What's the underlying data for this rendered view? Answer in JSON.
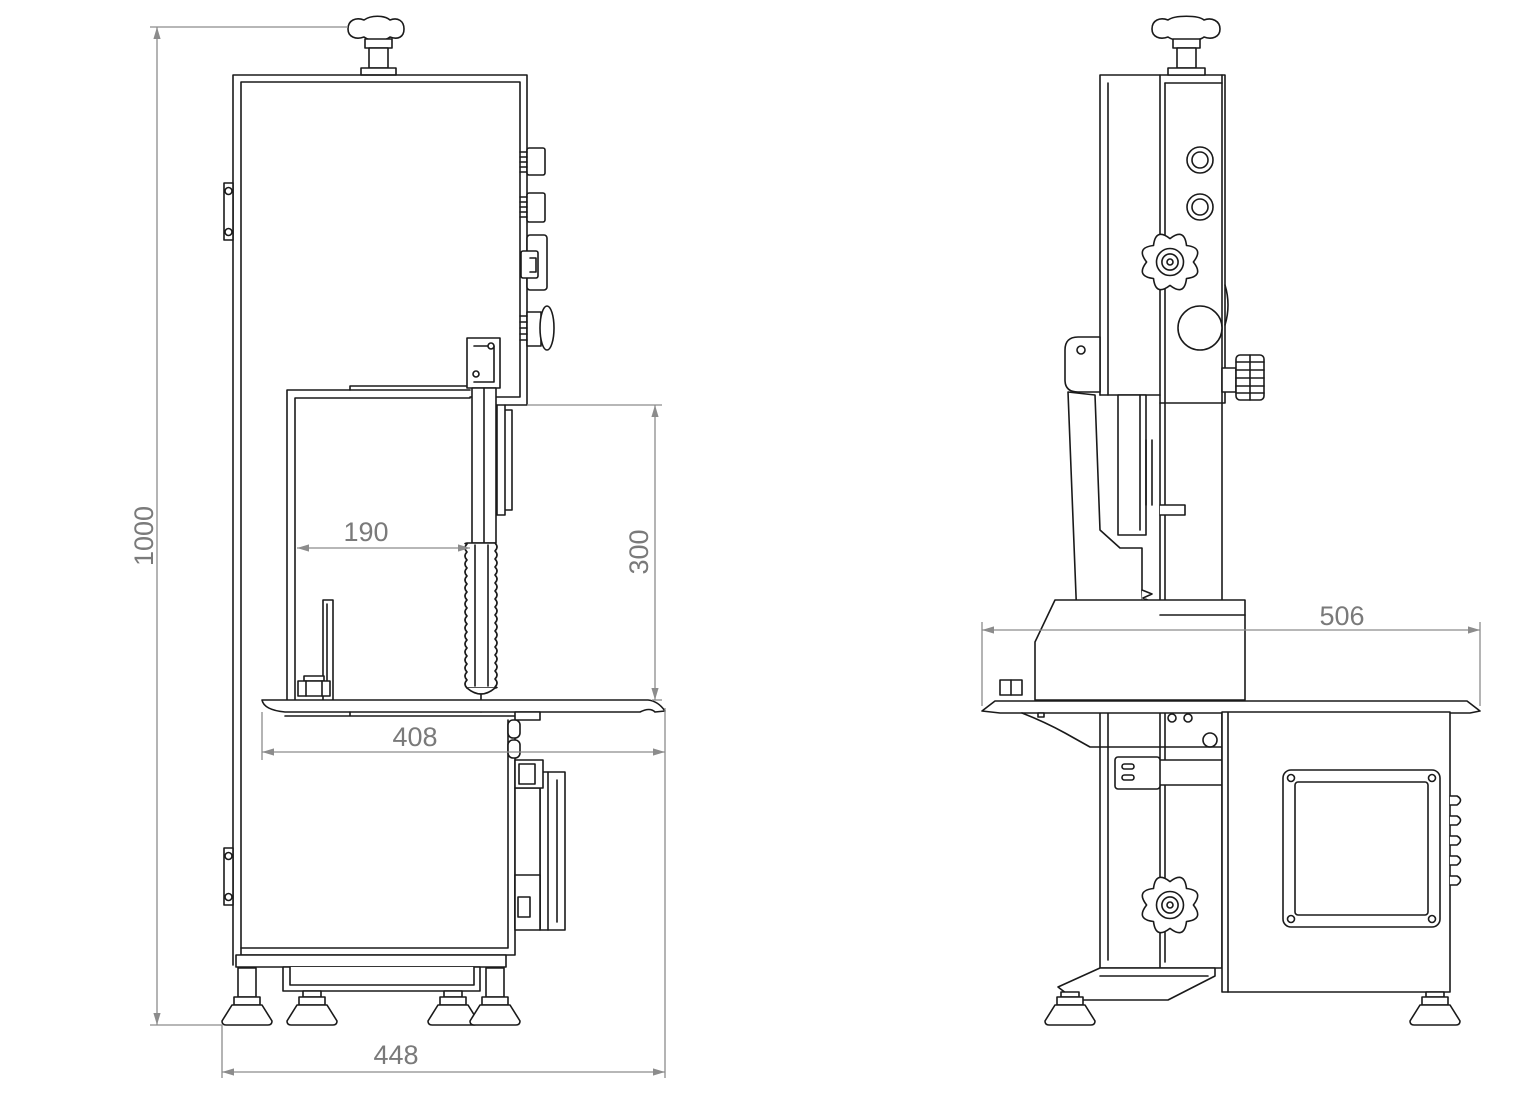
{
  "dimensions": {
    "front_view": {
      "total_height": "1000",
      "throat_depth": "190",
      "cutting_height": "300",
      "table_width": "408",
      "base_width": "448"
    },
    "side_view": {
      "table_length": "506"
    }
  },
  "colors": {
    "line": "#1a1a1a",
    "dimension": "#8c8c8c",
    "dimension_text": "#7a7a7a",
    "background": "#ffffff"
  }
}
